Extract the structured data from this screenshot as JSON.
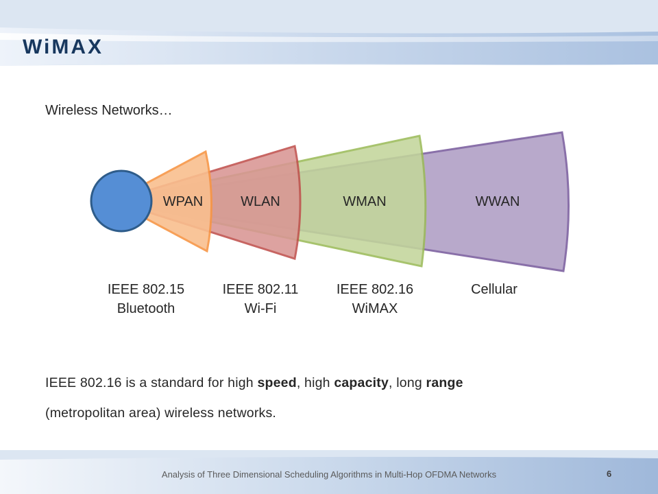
{
  "slide": {
    "title": "WiMAX",
    "intro": "Wireless Networks…",
    "summary": {
      "part1": "IEEE 802.16 is a standard for high ",
      "speed": "speed",
      "part2": ", high ",
      "capacity": "capacity",
      "part3": ", long ",
      "range": "range",
      "part4": "(metropolitan area) wireless networks."
    }
  },
  "diagram": {
    "segments": [
      {
        "label": "WPAN",
        "color": "#f9bf8f",
        "stroke": "#f79646"
      },
      {
        "label": "WLAN",
        "color": "#d99694",
        "stroke": "#c0504d"
      },
      {
        "label": "WMAN",
        "color": "#c3d69b",
        "stroke": "#9bbb59"
      },
      {
        "label": "WWAN",
        "color": "#b3a2c7",
        "stroke": "#8064a2"
      }
    ],
    "center_color": "#558ed5",
    "standards": [
      {
        "line1": "IEEE 802.15",
        "line2": "Bluetooth"
      },
      {
        "line1": "IEEE 802.11",
        "line2": "Wi-Fi"
      },
      {
        "line1": "IEEE 802.16",
        "line2": "WiMAX"
      },
      {
        "line1": "Cellular",
        "line2": ""
      }
    ]
  },
  "footer": {
    "text": "Analysis of Three Dimensional Scheduling Algorithms in  Multi-Hop OFDMA Networks",
    "page_number": "6"
  }
}
